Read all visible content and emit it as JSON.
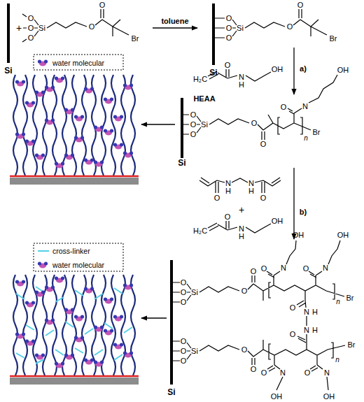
{
  "diagram": {
    "labels": [
      "Si",
      "+",
      "O",
      "O",
      "Si",
      "O",
      "O",
      "O",
      "Br",
      "toluene",
      "O",
      "O",
      "O",
      "Si",
      "O",
      "O",
      "Br",
      "Si",
      "O",
      "OH",
      "a)",
      "H₂C",
      "N",
      "H",
      "HEAA",
      "OH",
      "O",
      "N",
      "O",
      "O",
      "Si",
      "O",
      "O",
      "Br",
      "n",
      "O",
      "Si",
      "N",
      "N",
      "H",
      "H",
      "O",
      "O",
      "+",
      "b)",
      "O",
      "OH",
      "H₂C",
      "N",
      "H",
      "OH",
      "OH",
      "O",
      "O",
      "N",
      "O",
      "N",
      "O",
      "O",
      "Si",
      "O",
      "O",
      "n",
      "Br",
      "O",
      "N",
      "H",
      "N",
      "H",
      "O",
      "O",
      "O",
      "Si",
      "O",
      "O",
      "Br",
      "n",
      "O",
      "O",
      "N",
      "O",
      "N",
      "Si",
      "OH",
      "OH"
    ],
    "legend": [
      {
        "text": "water molecular"
      },
      {
        "text": "cross-linker"
      },
      {
        "text": "water molecular"
      }
    ]
  }
}
